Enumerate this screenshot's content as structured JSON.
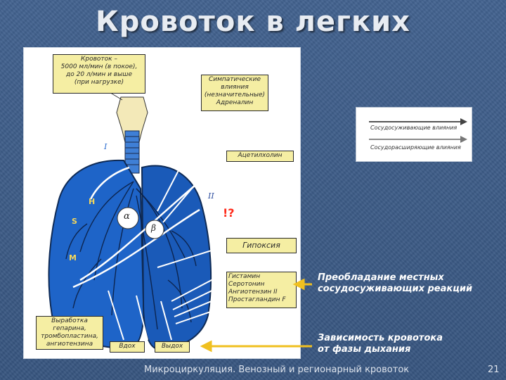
{
  "slide": {
    "title": "Кровоток в легких",
    "footer_text": "Микроциркуляция. Венозный и регионарный кровоток",
    "page_number": "21"
  },
  "figure": {
    "boxes": {
      "blood_flow": "Кровоток –\n5000 мл/мин (в покое),\nдо 20 л/мин и выше\n(при нагрузке)",
      "sympathetic": "Симпатические\nвлияния\n(незначительные)\nАдреналин",
      "acetylcholine": "Ацетилхолин",
      "hypoxia": "Гипоксия",
      "local_factors": "Гистамин\nСеротонин\nАнгиотензин II\nПростагландин F",
      "release": "Выработка\nгепарина,\nтромбопластина,\nангиотензина",
      "inhale": "Вдох",
      "exhale": "Выдох"
    },
    "receptors": {
      "alpha": "α",
      "beta": "β"
    },
    "lobe_labels": {
      "h": "H",
      "s": "S",
      "m": "M"
    },
    "roman_labels": {
      "one": "I",
      "two": "II"
    },
    "question_mark": "!?"
  },
  "legend": {
    "constrict": "Сосудосуживающие влияния",
    "dilate": "Сосудорасширяющие влияния"
  },
  "notes": {
    "local_reactions": "Преобладание местных\nсосудосуживающих реакций",
    "breathing_dependence": "Зависимость кровотока\nот фазы дыхания"
  },
  "colors": {
    "background": "#3c5a86",
    "box_fill": "#f5eea3",
    "lung": "#1e64c8",
    "arrow_yellow": "#f0c020",
    "mark_red": "#ff2a1a"
  }
}
